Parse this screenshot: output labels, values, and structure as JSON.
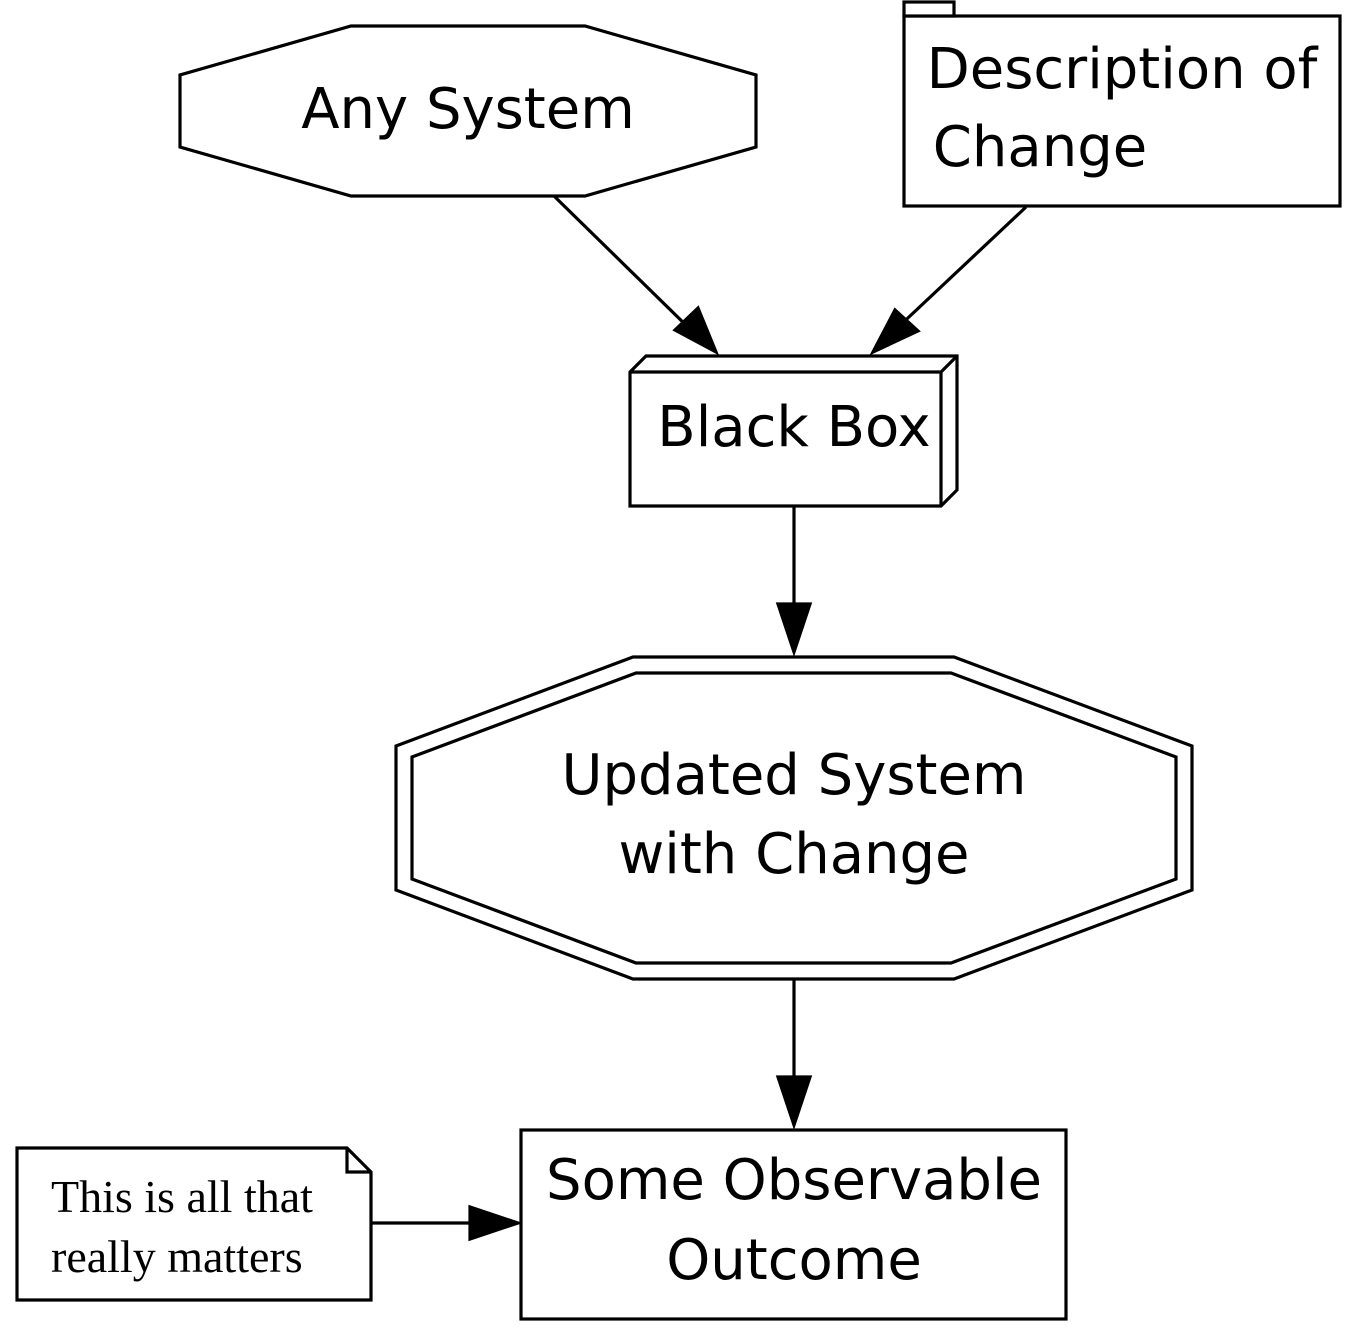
{
  "diagram": {
    "nodes": {
      "any_system": {
        "label": "Any System",
        "shape": "octagon"
      },
      "description": {
        "lines": [
          "Description of",
          "Change"
        ],
        "shape": "folder"
      },
      "black_box": {
        "label": "Black Box",
        "shape": "box3d"
      },
      "updated_system": {
        "lines": [
          "Updated System",
          "with Change"
        ],
        "shape": "doubleoctagon"
      },
      "outcome": {
        "lines": [
          "Some Observable",
          "Outcome"
        ],
        "shape": "box"
      },
      "note": {
        "lines": [
          "This is all that",
          "really matters"
        ],
        "shape": "note"
      }
    },
    "edges": [
      {
        "from": "Any System",
        "to": "Black Box"
      },
      {
        "from": "Description of Change",
        "to": "Black Box"
      },
      {
        "from": "Black Box",
        "to": "Updated System with Change"
      },
      {
        "from": "Updated System with Change",
        "to": "Some Observable Outcome"
      },
      {
        "from": "This is all that really matters",
        "to": "Some Observable Outcome"
      }
    ],
    "colors": {
      "stroke": "#000000",
      "fill": "#ffffff"
    }
  }
}
